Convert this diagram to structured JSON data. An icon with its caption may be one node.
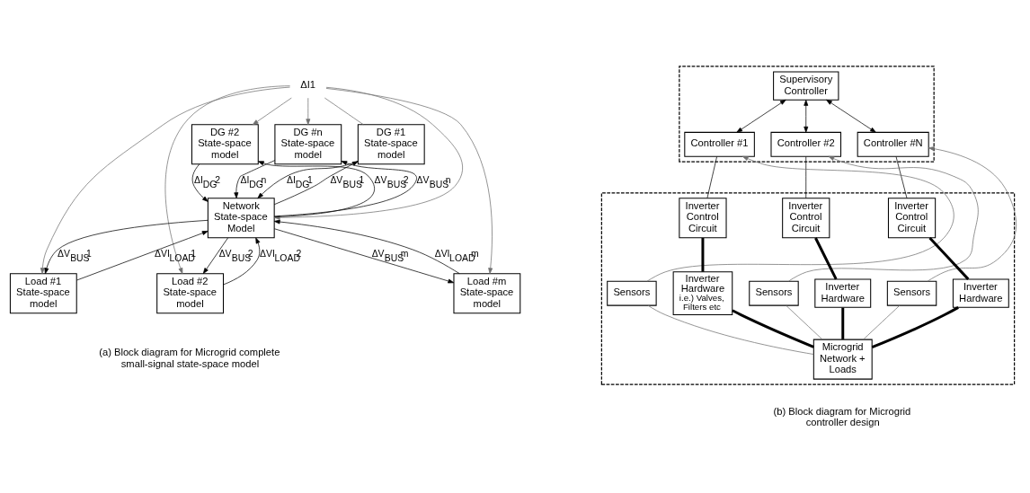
{
  "diagram": {
    "nodes": [
      {
        "text": [
          "ΔI1"
        ]
      },
      {
        "text": [
          "DG #1 State-space model"
        ]
      },
      {
        "text": [
          "DG #2 State-space model"
        ]
      },
      {
        "text": [
          "DG #n State-space model"
        ]
      },
      {
        "text": [
          "Network State-space Model"
        ]
      },
      {
        "text": [
          "Load #1 State-space model"
        ]
      },
      {
        "text": [
          "Load #2 State-space model"
        ]
      },
      {
        "text": [
          "Load #m State-space model"
        ]
      },
      {
        "text": [],
        "shape": "box"
      },
      {
        "text": [
          "Supervisory Controller"
        ],
        "in": 8
      },
      {
        "text": [
          "Controller #1"
        ],
        "in": 8
      },
      {
        "text": [
          "Controller #2"
        ],
        "in": 8
      },
      {
        "text": [
          "Controller #N"
        ],
        "in": 8
      },
      {
        "text": [],
        "shape": "box"
      },
      {
        "text": [
          "Sensors"
        ],
        "in": 13
      },
      {
        "text": [
          "Inverter Control Circuit"
        ],
        "in": 13
      },
      {
        "text": [
          "Inverter Hardware",
          "i.e.) Valves, Filters etc"
        ],
        "in": 13
      },
      {
        "text": [
          "Sensors"
        ],
        "in": 13
      },
      {
        "text": [
          "Inverter Control Circuit"
        ],
        "in": 13
      },
      {
        "text": [
          "Inverter Hardware"
        ],
        "in": 13
      },
      {
        "text": [
          "Sensors"
        ],
        "in": 13
      },
      {
        "text": [
          "Inverter Control Circuit"
        ],
        "in": 13
      },
      {
        "text": [
          "Inverter Hardware"
        ],
        "in": 13
      },
      {
        "text": [
          "Microgrid Network + Loads"
        ],
        "in": 13
      }
    ],
    "edges": [
      {
        "from": 0,
        "to": 1,
        "arrow": "none",
        "color": "#707070"
      },
      {
        "from": 0,
        "to": 2,
        "arrow": "to",
        "color": "#707070"
      },
      {
        "from": 0,
        "to": 3,
        "arrow": "to",
        "color": "#707070"
      },
      {
        "from": 0,
        "to": 4,
        "arrow": "to",
        "color": "#707070"
      },
      {
        "from": 0,
        "to": 5,
        "arrow": "to",
        "color": "#707070"
      },
      {
        "from": 0,
        "to": 6,
        "arrow": "to",
        "color": "#707070"
      },
      {
        "from": 0,
        "to": 7,
        "arrow": "to",
        "color": "#707070"
      },
      {
        "from": 1,
        "to": 4,
        "arrow": "to",
        "label": "ΔI$_{DG}$1"
      },
      {
        "from": 4,
        "to": 1,
        "arrow": "to",
        "label": "ΔV$_{BUS}$1"
      },
      {
        "from": 2,
        "to": 4,
        "arrow": "to",
        "label": "ΔI$_{DG}$2"
      },
      {
        "from": 4,
        "to": 2,
        "arrow": "to",
        "label": "ΔV$_{BUS}$2"
      },
      {
        "from": 3,
        "to": 4,
        "arrow": "to",
        "label": "ΔI$_{DG}$n"
      },
      {
        "from": 4,
        "to": 3,
        "arrow": "to",
        "label": "ΔV$_{BUS}$n"
      },
      {
        "from": 4,
        "to": 5,
        "arrow": "to",
        "label": "ΔV$_{BUS}$1"
      },
      {
        "from": 5,
        "to": 4,
        "arrow": "to",
        "label": "ΔVI$_{LOAD}$1"
      },
      {
        "from": 4,
        "to": 6,
        "arrow": "to",
        "label": "ΔV$_{BUS}$2"
      },
      {
        "from": 6,
        "to": 4,
        "arrow": "to",
        "label": "ΔVI$_{LOAD}$2"
      },
      {
        "from": 4,
        "to": 7,
        "arrow": "to",
        "label": "ΔV$_{BUS}$m"
      },
      {
        "from": 7,
        "to": 4,
        "arrow": "to",
        "label": "ΔVI$_{LOAD}$m"
      },
      {
        "from": 9,
        "to": 10,
        "arrow": "both"
      },
      {
        "from": 9,
        "to": 11,
        "arrow": "both"
      },
      {
        "from": 9,
        "to": 12,
        "arrow": "both"
      },
      {
        "from": 10,
        "to": 15,
        "arrow": "none"
      },
      {
        "from": 15,
        "to": 16,
        "arrow": "none",
        "style": "thick"
      },
      {
        "from": 16,
        "to": 23,
        "arrow": "none",
        "style": "thick"
      },
      {
        "from": 23,
        "to": 14,
        "arrow": "none",
        "color": "#707070"
      },
      {
        "from": 14,
        "to": 10,
        "arrow": "to",
        "color": "#707070"
      },
      {
        "from": 11,
        "to": 18,
        "arrow": "none"
      },
      {
        "from": 18,
        "to": 19,
        "arrow": "none",
        "style": "thick"
      },
      {
        "from": 19,
        "to": 23,
        "arrow": "none",
        "style": "thick"
      },
      {
        "from": 23,
        "to": 17,
        "arrow": "none",
        "color": "#707070"
      },
      {
        "from": 17,
        "to": 11,
        "arrow": "to",
        "color": "#707070"
      },
      {
        "from": 12,
        "to": 21,
        "arrow": "none"
      },
      {
        "from": 21,
        "to": 22,
        "arrow": "none",
        "style": "thick"
      },
      {
        "from": 22,
        "to": 23,
        "arrow": "none",
        "style": "thick"
      },
      {
        "from": 23,
        "to": 20,
        "arrow": "none",
        "color": "#707070"
      },
      {
        "from": 20,
        "to": 12,
        "arrow": "to",
        "color": "#707070"
      }
    ],
    "labels": [
      "(a) Block diagram for Microgrid complete small-signal state-space model",
      "(b) Block diagram for Microgrid controller design"
    ]
  }
}
